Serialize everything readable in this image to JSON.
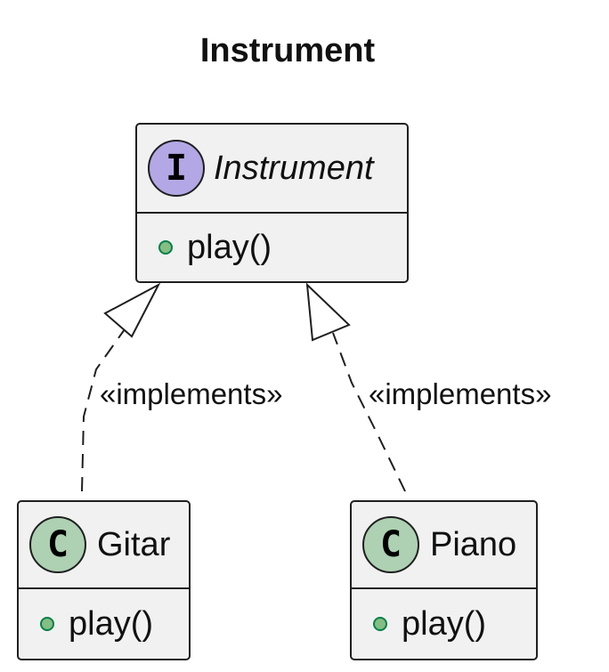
{
  "diagram": {
    "title": "Instrument",
    "interface": {
      "stereotype_badge": "I",
      "name": "Instrument",
      "methods": [
        {
          "visibility": "public",
          "signature": "play()"
        }
      ]
    },
    "classes": [
      {
        "badge": "C",
        "name": "Gitar",
        "methods": [
          {
            "visibility": "public",
            "signature": "play()"
          }
        ]
      },
      {
        "badge": "C",
        "name": "Piano",
        "methods": [
          {
            "visibility": "public",
            "signature": "play()"
          }
        ]
      }
    ],
    "relations": [
      {
        "from": "Gitar",
        "to": "Instrument",
        "type": "realization",
        "label": "«implements»"
      },
      {
        "from": "Piano",
        "to": "Instrument",
        "type": "realization",
        "label": "«implements»"
      }
    ],
    "colors": {
      "interface_badge": "#b4a7e5",
      "class_badge": "#add1b2",
      "class_fill": "#f1f1f1",
      "public_method_dot": "#84be84",
      "border": "#1f1f1f"
    }
  }
}
